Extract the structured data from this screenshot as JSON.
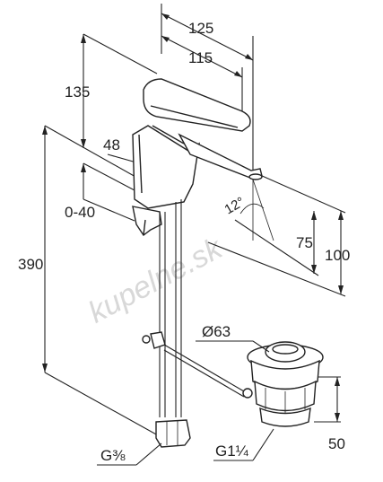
{
  "dimensions": {
    "spout_reach": "125",
    "spout_reach_inner": "115",
    "lever_height": "135",
    "lever_offset": "48",
    "clamp_range": "0-40",
    "total_height": "390",
    "angle": "12°",
    "outlet_height_low": "75",
    "outlet_height": "100",
    "waste_diameter": "Ø63",
    "waste_height": "50",
    "hose_thread": "G⅜",
    "waste_thread": "G1¼"
  },
  "watermark": "kupelne.sk"
}
